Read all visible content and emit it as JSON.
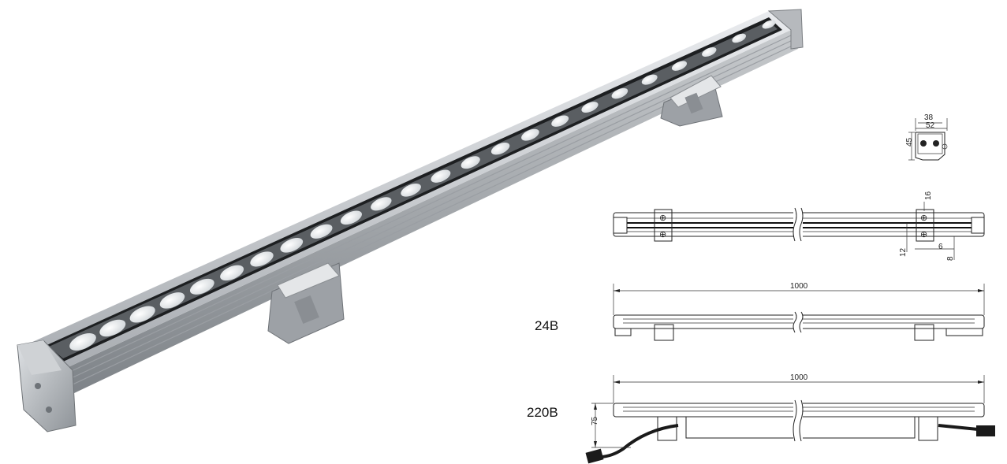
{
  "product": {
    "led_count": 24,
    "body_color": "#b9bcc0",
    "lens_color": "#f2f4f6",
    "cable_color": "#1a1a1a"
  },
  "cross_section": {
    "width_outer": "52",
    "width_inner": "38",
    "height": "45"
  },
  "top_view": {
    "dim_a": "16",
    "dim_b": "12",
    "dim_c": "6",
    "dim_d": "8"
  },
  "variant_24v": {
    "label": "24В",
    "length": "1000"
  },
  "variant_220v": {
    "label": "220В",
    "length": "1000",
    "height": "75"
  }
}
